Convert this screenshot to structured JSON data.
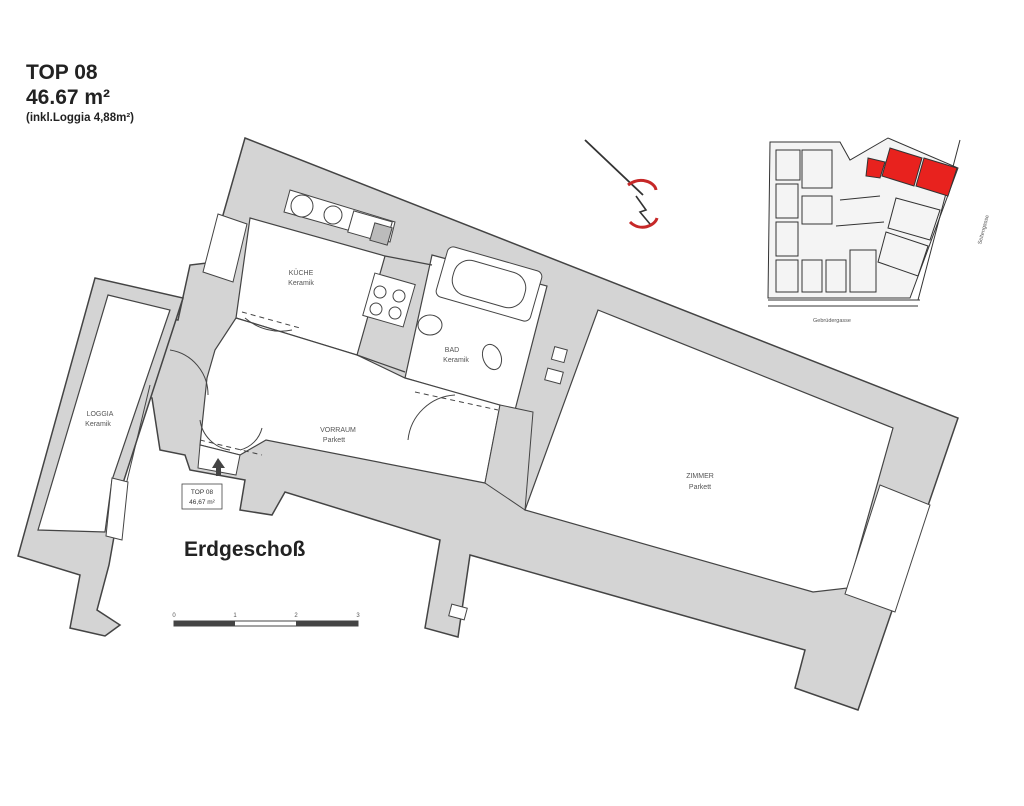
{
  "header": {
    "unit": "TOP 08",
    "area": "46.67 m²",
    "loggia_note": "(inkl.Loggia 4,88m²)"
  },
  "floor_label": "Erdgeschoß",
  "rooms": {
    "kitchen": {
      "name": "KÜCHE",
      "floor": "Keramik"
    },
    "bath": {
      "name": "BAD",
      "floor": "Keramik"
    },
    "hall": {
      "name": "VORRAUM",
      "floor": "Parkett"
    },
    "living": {
      "name": "ZIMMER",
      "floor": "Parkett"
    },
    "loggia": {
      "name": "LOGGIA",
      "floor": "Keramik"
    }
  },
  "entrance_tag": {
    "unit": "TOP 08",
    "area": "46,67 m²"
  },
  "scale_bar": {
    "ticks": [
      "0",
      "1",
      "2",
      "3"
    ]
  },
  "keyplan": {
    "street_bottom": "Gebrüdergasse",
    "street_side": "Seitengasse"
  },
  "colors": {
    "wall": "#d4d4d4",
    "line": "#444444",
    "highlight": "#e8221e",
    "compass": "#c62828"
  }
}
